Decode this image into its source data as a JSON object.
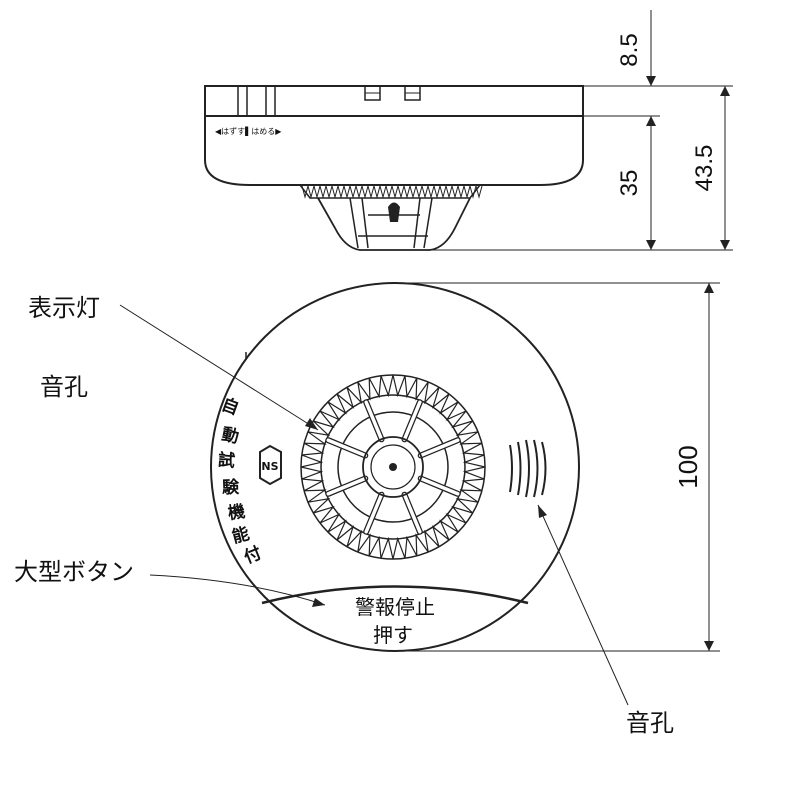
{
  "labels": {
    "indicator_lamp": "表示灯",
    "sound_hole_left": "音孔",
    "large_button": "大型ボタン",
    "sound_hole_bottom": "音孔"
  },
  "side_view": {
    "slide_marks": "◀はずす▌はめる▶"
  },
  "dimensions": {
    "top_gap": "8.5",
    "body_height": "35",
    "total_height": "43.5",
    "diameter": "100"
  },
  "face_text": {
    "auto_test_chars": [
      "自",
      "動",
      "試",
      "験",
      "機",
      "能",
      "付"
    ],
    "ns_mark": "NS",
    "button_line1": "警報停止",
    "button_line2": "押す"
  },
  "colors": {
    "line": "#222222",
    "background": "#ffffff"
  }
}
